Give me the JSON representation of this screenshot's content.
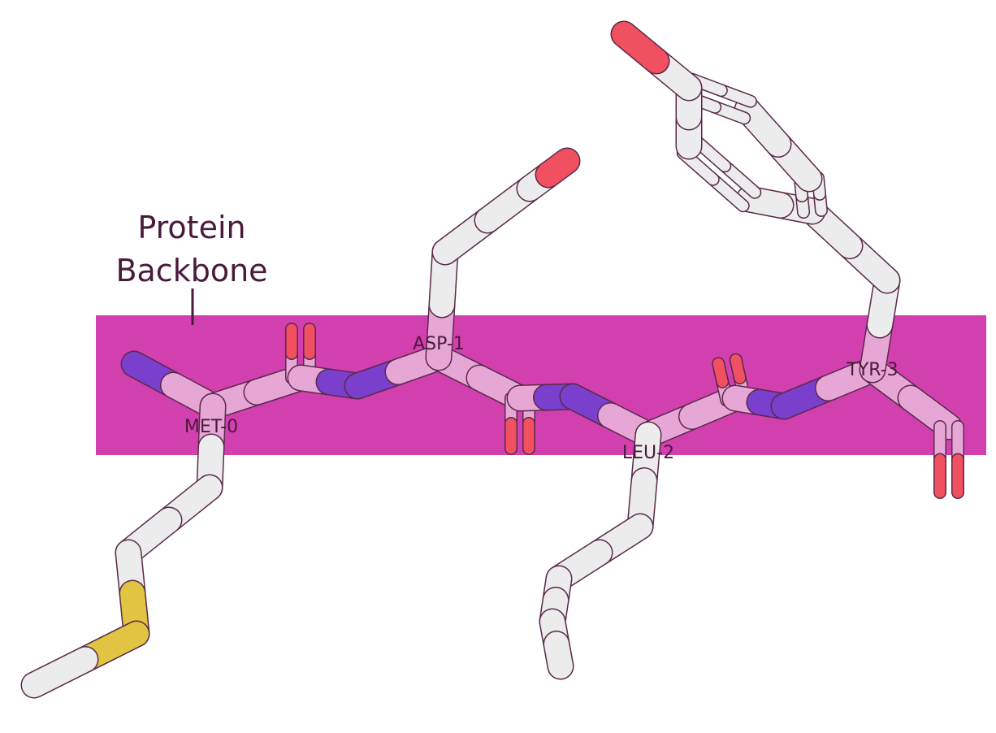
{
  "annotation": {
    "line1": "Protein",
    "line2": "Backbone"
  },
  "residues": [
    {
      "name": "MET-0"
    },
    {
      "name": "ASP-1"
    },
    {
      "name": "LEU-2"
    },
    {
      "name": "TYR-3"
    }
  ],
  "colors": {
    "highlight_band": "#d23fae",
    "carbon": "#ececec",
    "carbon_highlighted": "#e7a7d6",
    "oxygen": "#f0505f",
    "nitrogen": "#7a3fcc",
    "sulfur": "#e0c442",
    "outline": "#5a2a4a",
    "label": "#4a1a3c"
  },
  "atom_elements": [
    "carbon",
    "oxygen",
    "nitrogen",
    "sulfur"
  ]
}
